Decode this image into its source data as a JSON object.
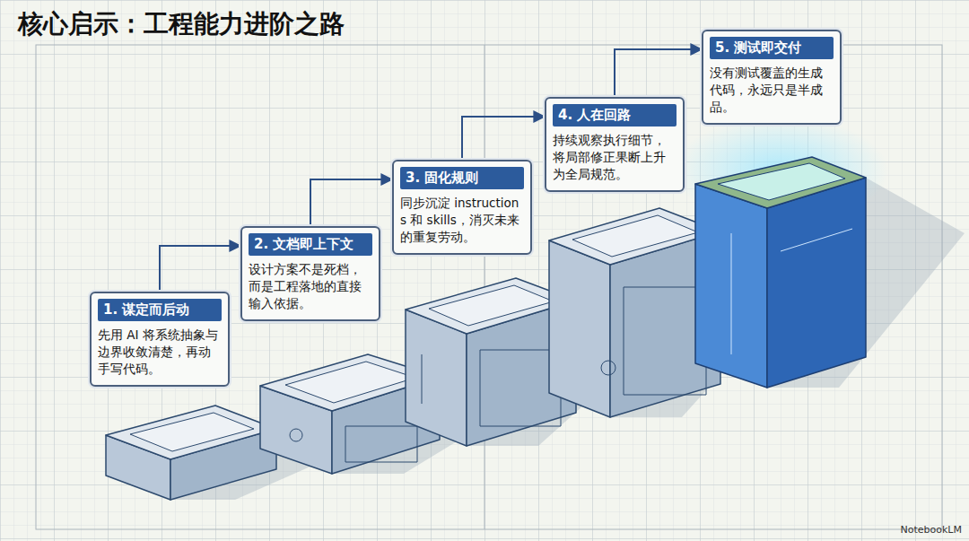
{
  "diagram": {
    "title": "核心启示：工程能力进阶之路",
    "nodes": [
      {
        "text": [
          "1. 谋定而后动",
          "先用 AI 将系统抽象与边界收敛清楚，再动手写代码。"
        ]
      },
      {
        "text": [
          "2. 文档即上下文",
          "设计方案不是死档，而是工程落地的直接输入依据。"
        ]
      },
      {
        "text": [
          "3. 固化规则",
          "同步沉淀 instructions 和 skills，消灭未来的重复劳动。"
        ]
      },
      {
        "text": [
          "4. 人在回路",
          "持续观察执行细节，将局部修正果断上升为全局规范。"
        ]
      },
      {
        "text": [
          "5. 测试即交付",
          "没有测试覆盖的生成代码，永远只是半成品。"
        ]
      }
    ],
    "edges": [
      {
        "from": 0,
        "to": 1,
        "arrow": "to"
      },
      {
        "from": 1,
        "to": 2,
        "arrow": "to"
      },
      {
        "from": 2,
        "to": 3,
        "arrow": "to"
      },
      {
        "from": 3,
        "to": 4,
        "arrow": "to"
      }
    ],
    "labels": [
      "NotebookLM"
    ]
  }
}
